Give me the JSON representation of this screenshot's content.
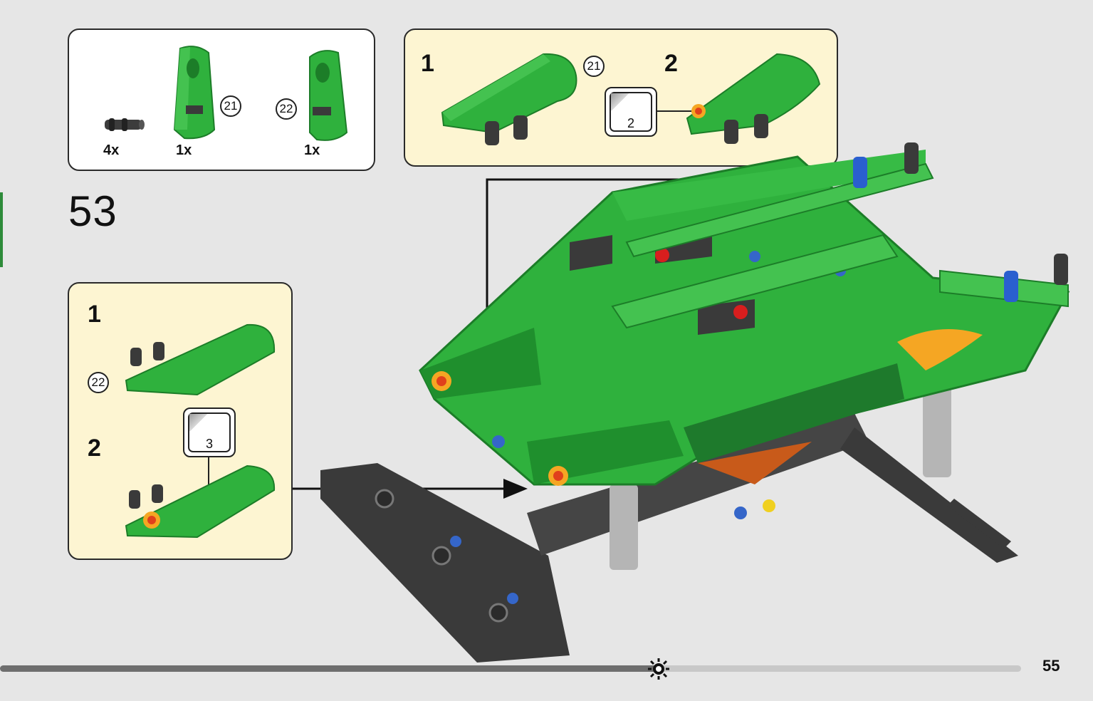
{
  "parts_list": {
    "items": [
      {
        "name": "black-axle-pin",
        "quantity": "4x"
      },
      {
        "name": "green-panel-21",
        "quantity": "1x",
        "callout": "21"
      },
      {
        "name": "green-panel-22",
        "quantity": "1x",
        "callout": "22"
      }
    ]
  },
  "step": {
    "number": "53"
  },
  "subassembly_top": {
    "steps": [
      {
        "label": "1",
        "callout": "21"
      },
      {
        "label": "2",
        "sticker": "2"
      }
    ]
  },
  "subassembly_left": {
    "steps": [
      {
        "label": "1",
        "callout": "22"
      },
      {
        "label": "2",
        "sticker": "3"
      }
    ]
  },
  "footer": {
    "page_number": "55",
    "progress_fraction": 0.645
  },
  "colors": {
    "brick_green": "#2fb13d",
    "brick_green_dark": "#1c7d28",
    "brick_black": "#3a3a3a",
    "sticker_flame": "#f5a623",
    "panel_cream": "#fdf5d2",
    "background": "#e6e6e6"
  },
  "icons": [
    "sun-gear-icon",
    "arrow-down-icon",
    "arrow-right-icon",
    "sticker-icon"
  ]
}
